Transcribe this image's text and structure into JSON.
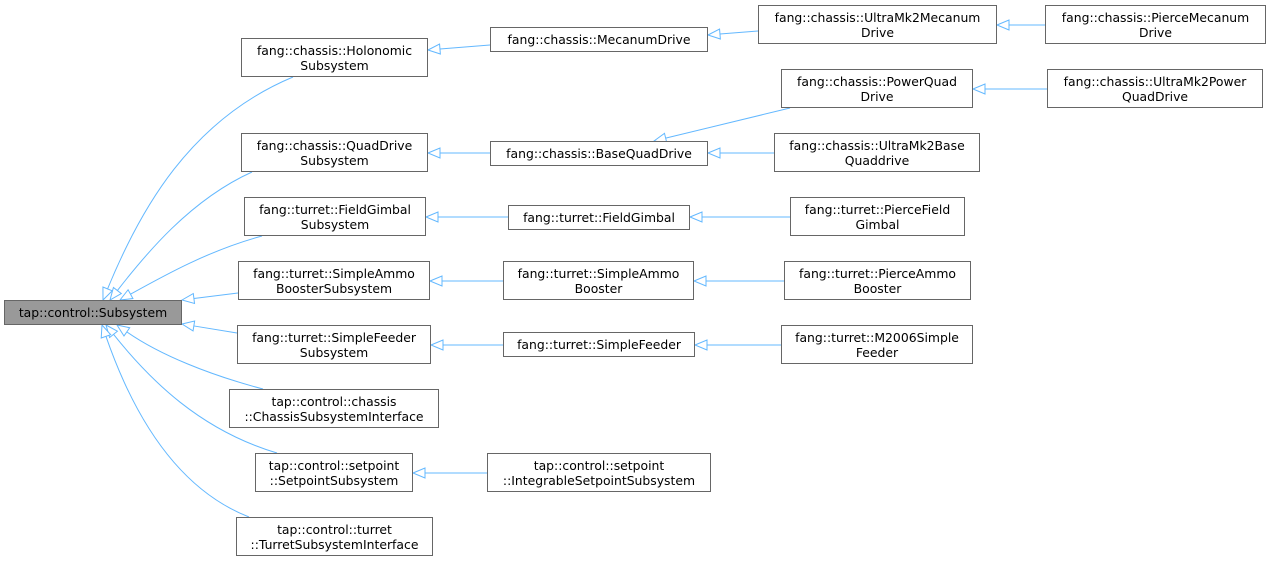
{
  "diagram": {
    "root": {
      "line1": "tap::control::Subsystem"
    },
    "nodes": {
      "holonomic": {
        "line1": "fang::chassis::Holonomic",
        "line2": "Subsystem"
      },
      "mecanum": {
        "line1": "fang::chassis::MecanumDrive"
      },
      "ultramk2mecanum": {
        "line1": "fang::chassis::UltraMk2Mecanum",
        "line2": "Drive"
      },
      "piercemecanum": {
        "line1": "fang::chassis::PierceMecanum",
        "line2": "Drive"
      },
      "powerquad": {
        "line1": "fang::chassis::PowerQuad",
        "line2": "Drive"
      },
      "ultramk2power": {
        "line1": "fang::chassis::UltraMk2Power",
        "line2": "QuadDrive"
      },
      "quaddrivesub": {
        "line1": "fang::chassis::QuadDrive",
        "line2": "Subsystem"
      },
      "basequad": {
        "line1": "fang::chassis::BaseQuadDrive"
      },
      "ultramk2base": {
        "line1": "fang::chassis::UltraMk2Base",
        "line2": "Quaddrive"
      },
      "fieldgimbalsub": {
        "line1": "fang::turret::FieldGimbal",
        "line2": "Subsystem"
      },
      "fieldgimbal": {
        "line1": "fang::turret::FieldGimbal"
      },
      "piercefield": {
        "line1": "fang::turret::PierceField",
        "line2": "Gimbal"
      },
      "ammosub": {
        "line1": "fang::turret::SimpleAmmo",
        "line2": "BoosterSubsystem"
      },
      "ammo": {
        "line1": "fang::turret::SimpleAmmo",
        "line2": "Booster"
      },
      "pierceammo": {
        "line1": "fang::turret::PierceAmmo",
        "line2": "Booster"
      },
      "feedersub": {
        "line1": "fang::turret::SimpleFeeder",
        "line2": "Subsystem"
      },
      "feeder": {
        "line1": "fang::turret::SimpleFeeder"
      },
      "m2006": {
        "line1": "fang::turret::M2006Simple",
        "line2": "Feeder"
      },
      "chassisiface": {
        "line1": "tap::control::chassis",
        "line2": "::ChassisSubsystemInterface"
      },
      "setpointsub": {
        "line1": "tap::control::setpoint",
        "line2": "::SetpointSubsystem"
      },
      "integrable": {
        "line1": "tap::control::setpoint",
        "line2": "::IntegrableSetpointSubsystem"
      },
      "turretiface": {
        "line1": "tap::control::turret",
        "line2": "::TurretSubsystemInterface"
      }
    },
    "edges": [
      [
        "holonomic",
        "root"
      ],
      [
        "quaddrivesub",
        "root"
      ],
      [
        "fieldgimbalsub",
        "root"
      ],
      [
        "ammosub",
        "root"
      ],
      [
        "feedersub",
        "root"
      ],
      [
        "chassisiface",
        "root"
      ],
      [
        "setpointsub",
        "root"
      ],
      [
        "turretiface",
        "root"
      ],
      [
        "mecanum",
        "holonomic"
      ],
      [
        "ultramk2mecanum",
        "mecanum"
      ],
      [
        "piercemecanum",
        "ultramk2mecanum"
      ],
      [
        "basequad",
        "quaddrivesub"
      ],
      [
        "powerquad",
        "basequad"
      ],
      [
        "ultramk2base",
        "basequad"
      ],
      [
        "ultramk2power",
        "powerquad"
      ],
      [
        "fieldgimbal",
        "fieldgimbalsub"
      ],
      [
        "piercefield",
        "fieldgimbal"
      ],
      [
        "ammo",
        "ammosub"
      ],
      [
        "pierceammo",
        "ammo"
      ],
      [
        "feeder",
        "feedersub"
      ],
      [
        "m2006",
        "feeder"
      ],
      [
        "integrable",
        "setpointsub"
      ]
    ],
    "colors": {
      "edge": "#63b8ff",
      "root_fill": "#999999",
      "node_border": "#666666"
    }
  }
}
